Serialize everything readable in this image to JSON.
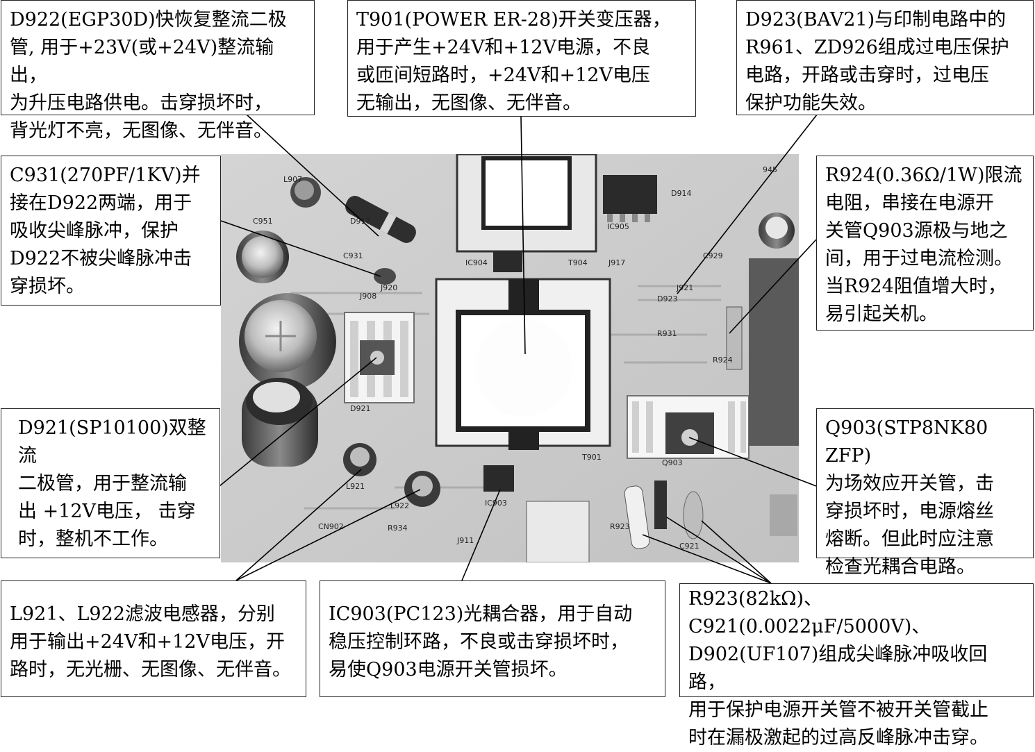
{
  "annotations": {
    "d922": "D922(EGP30D)快恢复整流二极\n管, 用于+23V(或+24V)整流输出，\n为升压电路供电。击穿损坏时，\n背光灯不亮，无图像、无伴音。",
    "t901": "T901(POWER ER-28)开关变压器，\n用于产生+24V和+12V电源，不良\n或匝间短路时，+24V和+12V电压\n无输出，无图像、无伴音。",
    "d923": "D923(BAV21)与印制电路中的\nR961、ZD926组成过电压保护\n电路，开路或击穿时，过电压\n保护功能失效。",
    "c931": "C931(270PF/1KV)并\n接在D922两端，用于\n吸收尖峰脉冲，保护\nD922不被尖峰脉冲击\n穿损坏。",
    "r924": "R924(0.36Ω/1W)限流\n电阻，串接在电源开\n关管Q903源极与地之\n间，用于过电流检测。\n当R924阻值增大时，\n易引起关机。",
    "d921": "D921(SP10100)双整流\n二极管，用于整流输\n出 +12V电压， 击穿\n时，整机不工作。",
    "q903": "Q903(STP8NK80 ZFP)\n为场效应开关管，击\n穿损坏时，电源熔丝\n熔断。但此时应注意\n检查光耦合电路。",
    "l921": "L921、L922滤波电感器，分别\n用于输出+24V和+12V电压，开\n路时，无光栅、无图像、无伴音。",
    "ic903": "IC903(PC123)光耦合器，用于自动\n稳压控制环路，不良或击穿损坏时，\n易使Q903电源开关管损坏。",
    "r923": "R923(82kΩ)、C921(0.0022μF/5000V)、\nD902(UF107)组成尖峰脉冲吸收回路，\n用于保护电源开关管不被开关管截止\n时在漏极激起的过高反峰脉冲击穿。"
  },
  "board_labels": {
    "ic905": "IC905",
    "t904": "T904",
    "t901": "T901",
    "ic904": "IC904",
    "ic903": "IC903",
    "q903": "Q903",
    "r924": "R924",
    "r923": "R923",
    "c921": "C921",
    "l921": "L921",
    "l922": "L922",
    "d921": "D921",
    "d917": "D917",
    "c931": "C931",
    "c951": "C951",
    "l907": "L907",
    "j920": "J920",
    "j908": "J908",
    "j917": "J917",
    "d914": "D914",
    "d923": "D923",
    "r931": "R931",
    "j921": "J921",
    "c929": "C929",
    "q945": "945",
    "r934": "R934",
    "j911": "J911",
    "cn902": "CN902"
  }
}
